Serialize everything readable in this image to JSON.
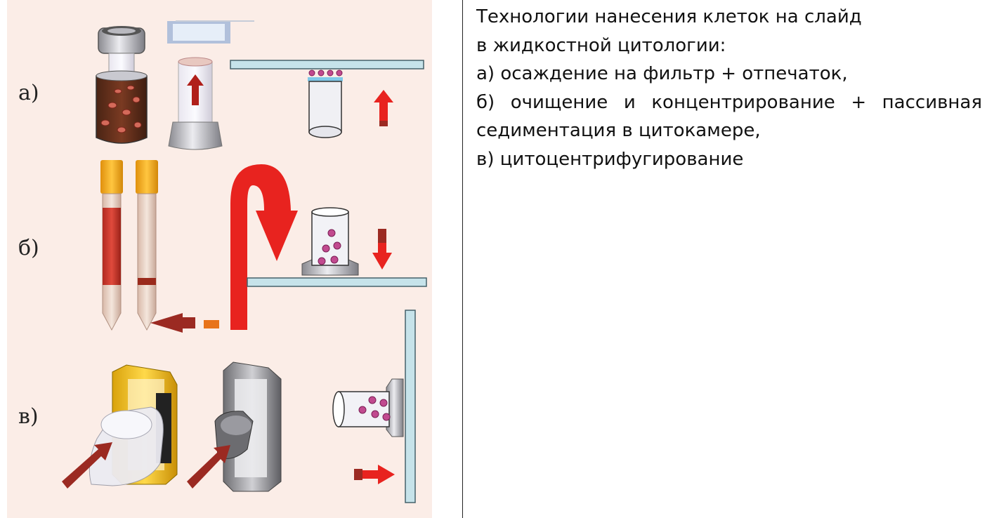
{
  "figure": {
    "labels": {
      "a": "а)",
      "b": "б)",
      "c": "в)"
    }
  },
  "caption": {
    "line1": "Технологии нанесения клеток на слайд",
    "line2": "в жидкостной цитологии:",
    "line3": "а) осаждение на фильтр + отпечаток,",
    "line4_words": [
      "б)",
      "очищение",
      "и",
      "концентрирование",
      "+",
      "пассивная"
    ],
    "line5": "седиментация в цитокамере,",
    "line6": "в) цитоцентрифугирование"
  },
  "colors": {
    "panel_bg": "#fbede7",
    "arrow_red": "#e8231f",
    "arrow_dark": "#9b2a22",
    "slide_blue": "#c6e3ea",
    "cell_purple": "#c14a8f",
    "holder_yellow": "#f2c21a"
  }
}
